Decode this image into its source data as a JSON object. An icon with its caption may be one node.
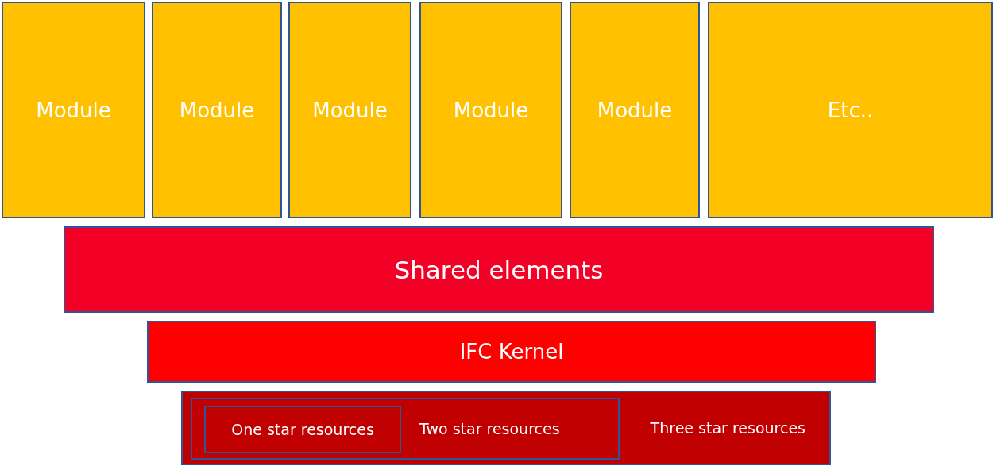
{
  "diagram": {
    "nodes": [
      {
        "text": [
          "Module"
        ]
      },
      {
        "text": [
          "Module"
        ]
      },
      {
        "text": [
          "Module"
        ]
      },
      {
        "text": [
          "Module"
        ]
      },
      {
        "text": [
          "Module"
        ]
      },
      {
        "text": [
          "Etc.."
        ]
      },
      {
        "text": [
          "Shared elements"
        ]
      },
      {
        "text": [
          "IFC Kernel"
        ]
      },
      {
        "text": [
          "Three star resources"
        ]
      },
      {
        "text": [
          "Two star resources"
        ],
        "in": 8
      },
      {
        "text": [
          "One star resources"
        ],
        "in": 9
      }
    ]
  }
}
